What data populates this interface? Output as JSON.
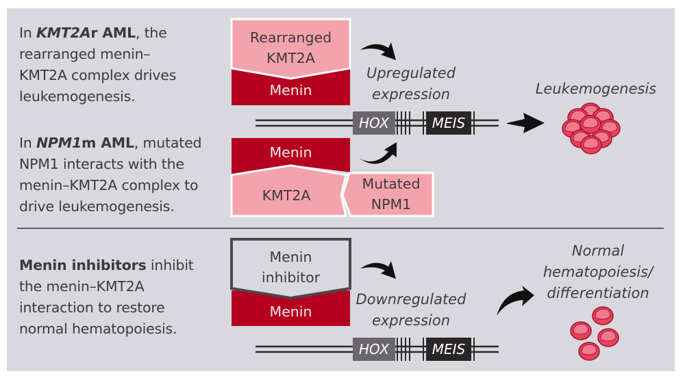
{
  "diagram": {
    "top_section": {
      "kmt2ar": {
        "description": {
          "prefix": "In ",
          "gene_italic": "KMT2A",
          "gene_suffix_bold": "r AML",
          "line1_tail": ", the",
          "line2": "rearranged menin–",
          "line3": "KMT2A complex drives",
          "line4": "leukemogenesis."
        },
        "top_box_line1": "Rearranged",
        "top_box_line2": "KMT2A",
        "bottom_box": "Menin"
      },
      "npm1m": {
        "description": {
          "prefix": "In ",
          "gene_italic": "NPM1",
          "gene_suffix_bold": "m AML",
          "line1_tail": ", mutated",
          "line2": "NPM1 interacts with the",
          "line3": "menin–KMT2A complex to",
          "line4": "drive leukemogenesis."
        },
        "top_box": "Menin",
        "bottom_box": "KMT2A",
        "side_box_line1": "Mutated",
        "side_box_line2": "NPM1"
      },
      "expression_label_line1": "Upregulated",
      "expression_label_line2": "expression",
      "genes": [
        "HOX",
        "MEIS"
      ],
      "outcome": "Leukemogenesis",
      "outcome_icon": "cancer-cell-cluster-icon"
    },
    "bottom_section": {
      "description": {
        "bold": "Menin inhibitors",
        "line1_tail": " inhibit",
        "line2": "the menin–KMT2A",
        "line3": "interaction to restore",
        "line4": "normal hematopoiesis."
      },
      "top_box_line1": "Menin",
      "top_box_line2": "inhibitor",
      "bottom_box": "Menin",
      "expression_label_line1": "Downregulated",
      "expression_label_line2": "expression",
      "genes": [
        "HOX",
        "MEIS"
      ],
      "outcome_line1": "Normal",
      "outcome_line2": "hematopoiesis/",
      "outcome_line3": "differentiation",
      "outcome_icon": "normal-cells-icon"
    },
    "colors": {
      "panel": "#d9d8de",
      "menin": "#b5001f",
      "kmt2a": "#f4a3ac",
      "inhibitor": "#d9d8de",
      "hox": "#6a666b",
      "meis": "#2a2628",
      "cell": "#e8415c"
    }
  }
}
